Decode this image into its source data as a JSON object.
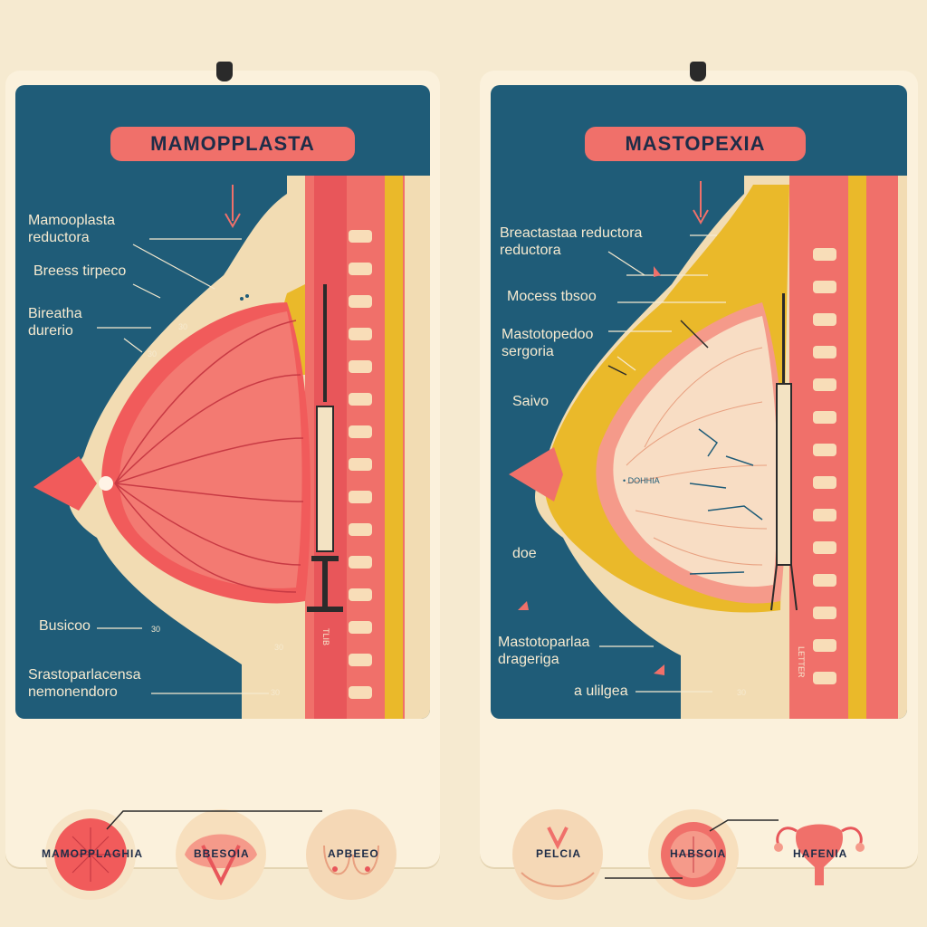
{
  "left": {
    "title": "MAMOPPLASTA",
    "labels": [
      "Mamooplasta\nreductora",
      "Breess tirpeco",
      "Bireatha\ndurerio",
      "Busicoo",
      "Srastoparlacensa\nnemonendoro"
    ],
    "markers": [
      "30",
      "30",
      "30",
      "30",
      "30"
    ],
    "wall_text": "TLIB",
    "bottom": [
      "MAMOPPLAGHIA",
      "BBESOIA",
      "APBEEO"
    ]
  },
  "right": {
    "title": "MASTOPEXIA",
    "labels": [
      "Breactastaa reductora\nreductora",
      "Mocess tbsoo",
      "Mastotopedoo\nsergoria",
      "Saivo",
      "doe",
      "Mastotoparlaa\ndrageriga",
      "a ulilgea"
    ],
    "markers": [
      "30"
    ],
    "inner_text": "• DOHHIA",
    "wall_text": "LETTER",
    "bottom": [
      "PELCIA",
      "HABSOIA",
      "HAFENIA"
    ]
  },
  "colors": {
    "background": "#f6ead0",
    "panel": "#1f5c78",
    "accent": "#f0706a",
    "tissue": "#f2c99a",
    "fat": "#eab92a"
  }
}
